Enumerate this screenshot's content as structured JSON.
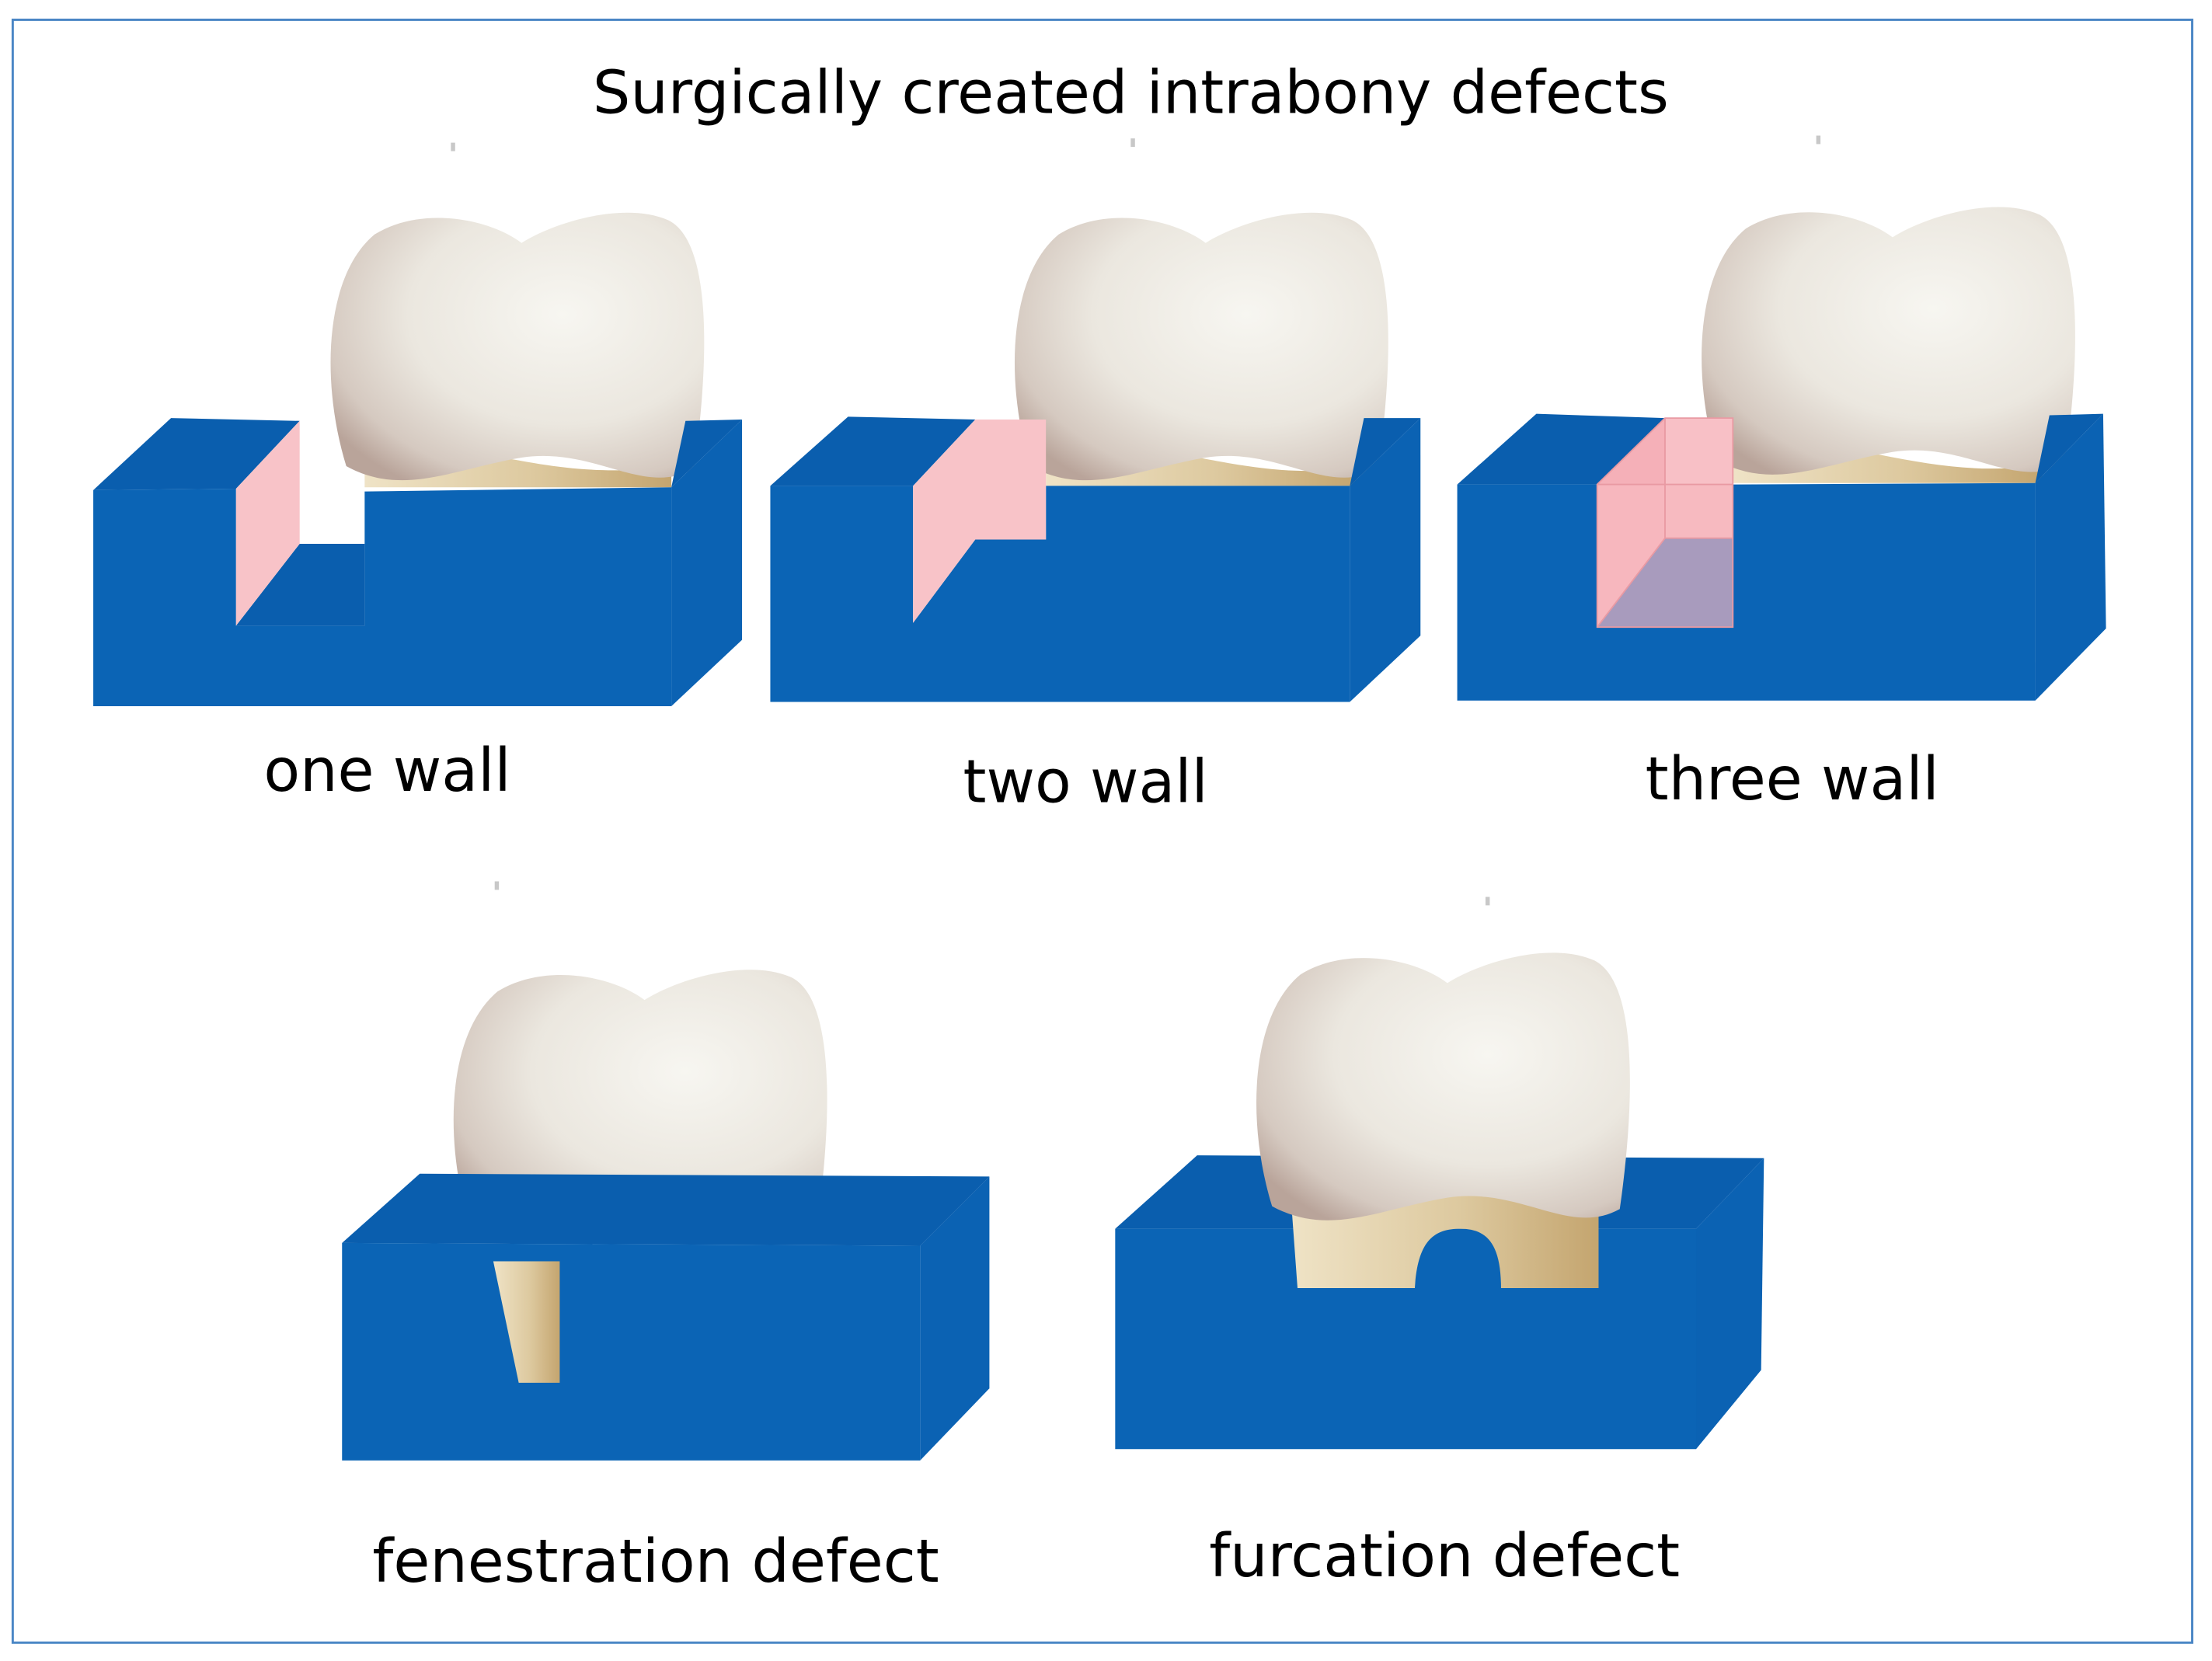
{
  "title": "Surgically created intrabony defects",
  "panels": [
    {
      "id": "one-wall",
      "label": "one wall"
    },
    {
      "id": "two-wall",
      "label": "two wall"
    },
    {
      "id": "three-wall",
      "label": "three wall"
    },
    {
      "id": "fenestration",
      "label": "fenestration defect"
    },
    {
      "id": "furcation",
      "label": "furcation defect"
    }
  ],
  "colors": {
    "frame": "#4a86c5",
    "bone_front": "#0b64b5",
    "bone_top": "#0a5eae",
    "bone_side": "#0b62b3",
    "defect_wall": "#f8c3c8",
    "defect_floor": "#a89bbd",
    "root": "#d9c49b",
    "crown": "#f1efe9"
  }
}
